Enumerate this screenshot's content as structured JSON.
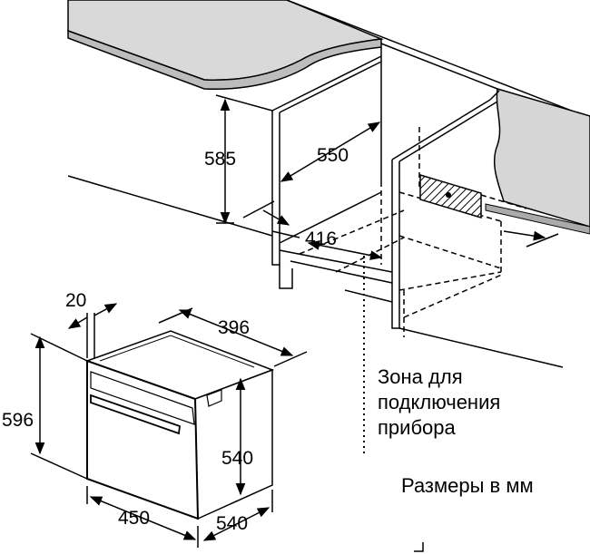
{
  "dimensions": {
    "niche_height": "585",
    "niche_depth": "550",
    "floor_opening": "416",
    "front_frame": "20",
    "top_width": "396",
    "front_height": "596",
    "body_height": "540",
    "front_width": "450",
    "body_depth": "540"
  },
  "captions": {
    "connection_zone": [
      "Зона для",
      "подключения",
      "прибора"
    ],
    "units": "Размеры в мм"
  },
  "colors": {
    "stroke": "#000000",
    "countertop": "#d9d9d9",
    "wall": "#d6d6d6"
  }
}
